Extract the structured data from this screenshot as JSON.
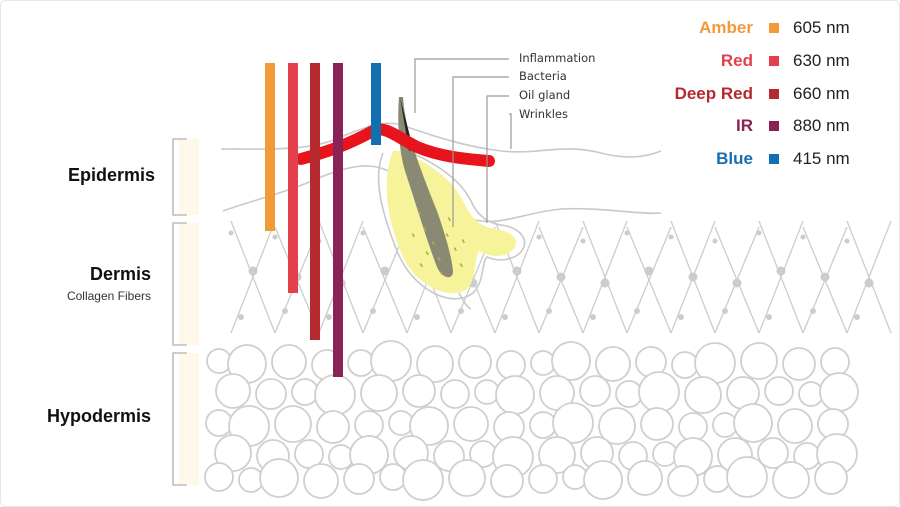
{
  "layers": {
    "epidermis": "Epidermis",
    "dermis": "Dermis",
    "dermis_sub": "Collagen Fibers",
    "hypodermis": "Hypodermis"
  },
  "annotations": {
    "inflammation": "Inflammation",
    "bacteria": "Bacteria",
    "oil_gland": "Oil gland",
    "wrinkles": "Wrinkles"
  },
  "legend": [
    {
      "name": "Amber",
      "wavelength": "605 nm",
      "color": "#F29A38"
    },
    {
      "name": "Red",
      "wavelength": "630 nm",
      "color": "#E4404B"
    },
    {
      "name": "Deep Red",
      "wavelength": "660 nm",
      "color": "#B5292F"
    },
    {
      "name": "IR",
      "wavelength": "880 nm",
      "color": "#8A2355"
    },
    {
      "name": "Blue",
      "wavelength": "415 nm",
      "color": "#1370B0"
    }
  ],
  "colors": {
    "line_gray": "#C9C9C9",
    "gland_fill": "#F7F39A",
    "inflammation_red": "#E8141C",
    "bracket": "#BDBDBD",
    "bracket_fill": "#FFF7EA"
  }
}
